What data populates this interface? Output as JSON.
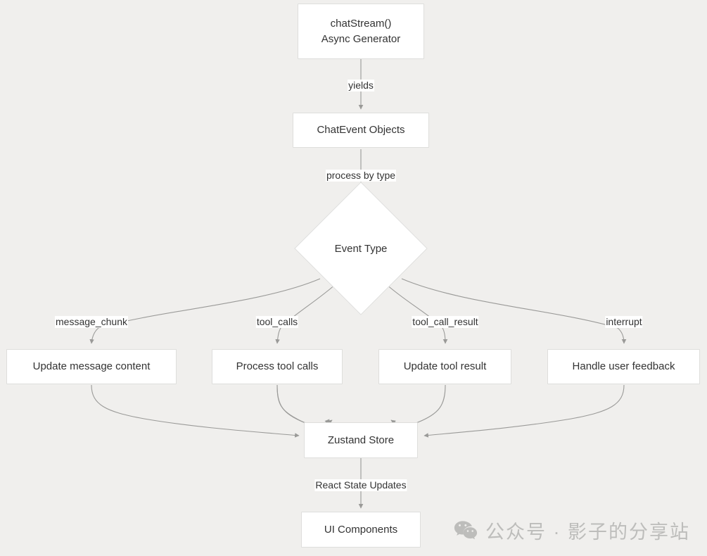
{
  "diagram": {
    "type": "flowchart",
    "background_color": "#f0efed",
    "node_fill": "#ffffff",
    "node_border": "#dededc",
    "edge_color": "#999999",
    "text_color": "#333333",
    "nodes": [
      {
        "id": "chatstream",
        "label_line1": "chatStream()",
        "label_line2": "Async Generator",
        "shape": "rect"
      },
      {
        "id": "chatevent",
        "label": "ChatEvent Objects",
        "shape": "rect"
      },
      {
        "id": "eventtype",
        "label": "Event Type",
        "shape": "diamond"
      },
      {
        "id": "update_message",
        "label": "Update message content",
        "shape": "rect"
      },
      {
        "id": "process_tool",
        "label": "Process tool calls",
        "shape": "rect"
      },
      {
        "id": "update_tool_result",
        "label": "Update tool result",
        "shape": "rect"
      },
      {
        "id": "handle_feedback",
        "label": "Handle user feedback",
        "shape": "rect"
      },
      {
        "id": "zustand",
        "label": "Zustand Store",
        "shape": "rect"
      },
      {
        "id": "ui",
        "label": "UI Components",
        "shape": "rect"
      }
    ],
    "edges": [
      {
        "from": "chatstream",
        "to": "chatevent",
        "label": "yields"
      },
      {
        "from": "chatevent",
        "to": "eventtype",
        "label": "process by type"
      },
      {
        "from": "eventtype",
        "to": "update_message",
        "label": "message_chunk"
      },
      {
        "from": "eventtype",
        "to": "process_tool",
        "label": "tool_calls"
      },
      {
        "from": "eventtype",
        "to": "update_tool_result",
        "label": "tool_call_result"
      },
      {
        "from": "eventtype",
        "to": "handle_feedback",
        "label": "interrupt"
      },
      {
        "from": "update_message",
        "to": "zustand",
        "label": ""
      },
      {
        "from": "process_tool",
        "to": "zustand",
        "label": ""
      },
      {
        "from": "update_tool_result",
        "to": "zustand",
        "label": ""
      },
      {
        "from": "handle_feedback",
        "to": "zustand",
        "label": ""
      },
      {
        "from": "zustand",
        "to": "ui",
        "label": "React State Updates"
      }
    ]
  },
  "watermark": {
    "icon": "wechat-icon",
    "text": "公众号 · 影子的分享站",
    "color": "#bdbdbb"
  }
}
